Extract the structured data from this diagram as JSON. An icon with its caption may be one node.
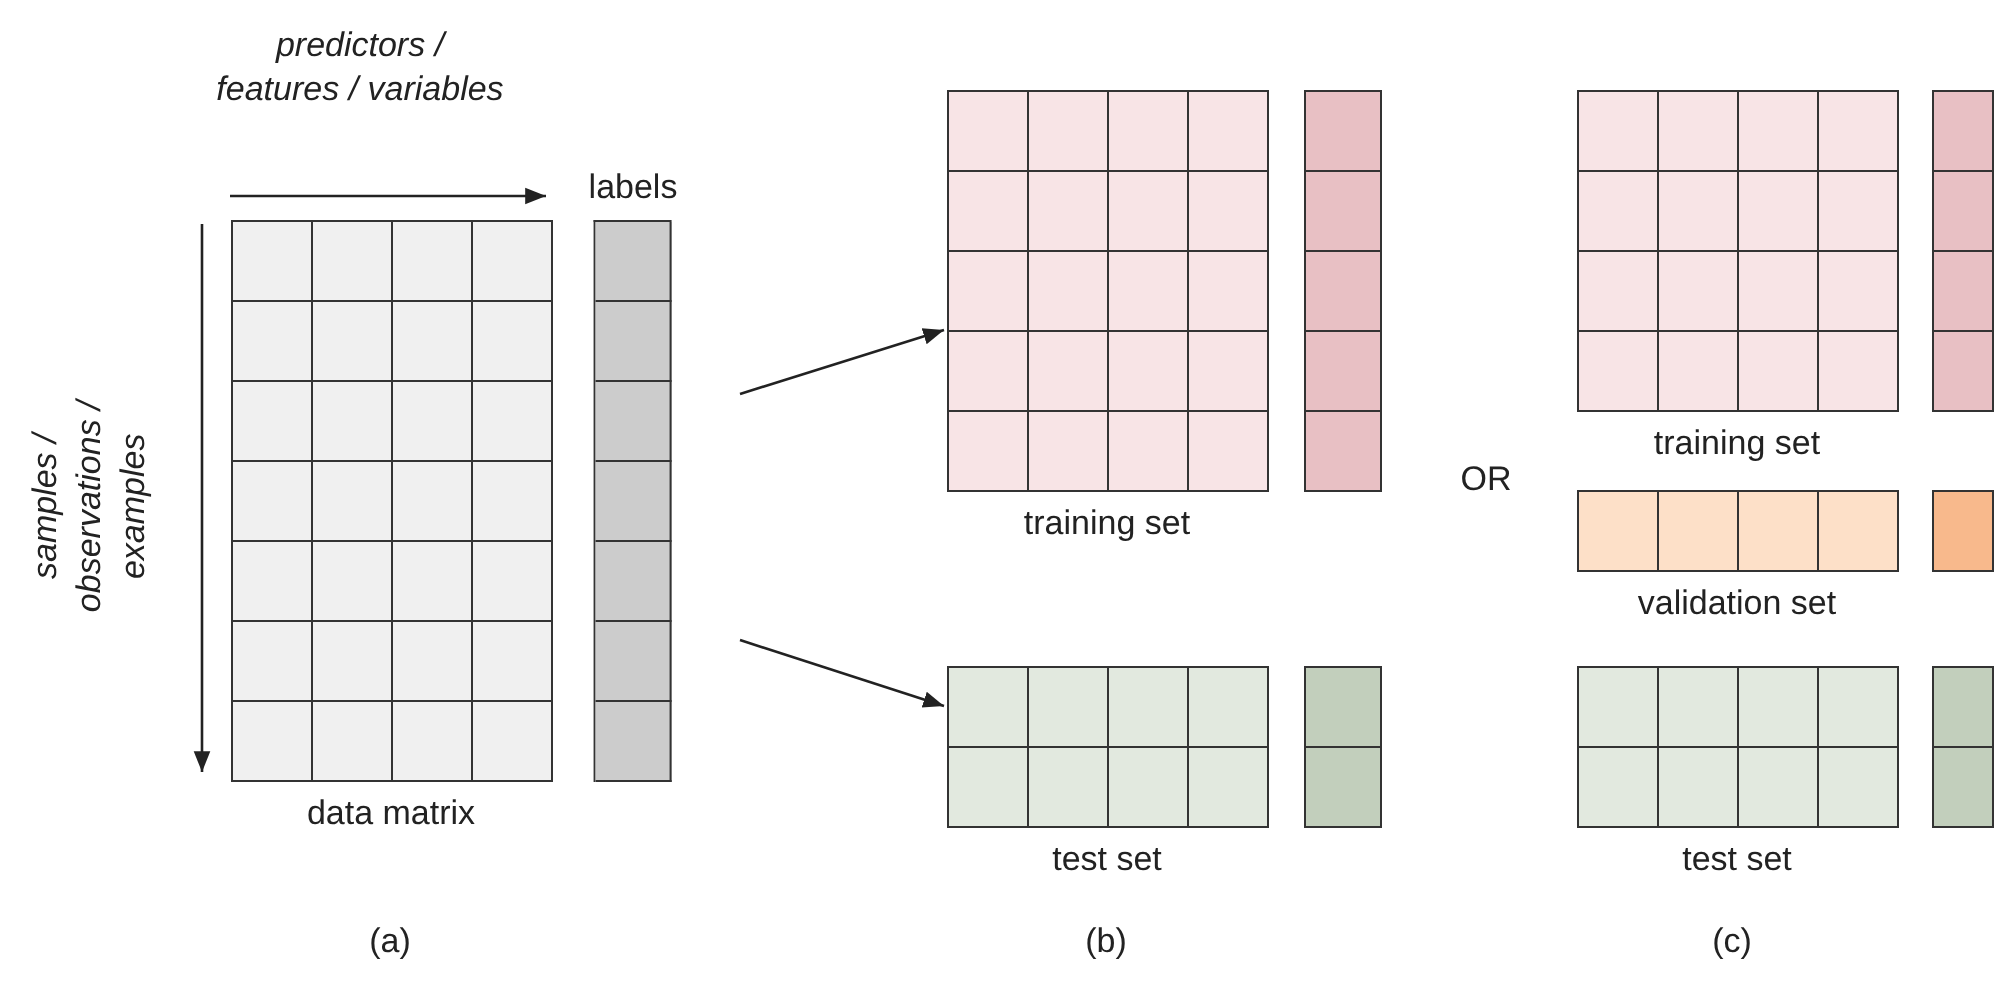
{
  "diagram": {
    "nodes": [
      {
        "text": [
          "data matrix"
        ]
      },
      {
        "text": [
          "labels"
        ]
      },
      {
        "text": [
          "training set"
        ]
      },
      {
        "text": [],
        "shape": "bar"
      },
      {
        "text": [
          "test set"
        ]
      },
      {
        "text": [],
        "shape": "bar"
      },
      {
        "text": [
          "training set"
        ]
      },
      {
        "text": [],
        "shape": "bar"
      },
      {
        "text": [
          "validation set"
        ]
      },
      {
        "text": [],
        "shape": "bar"
      },
      {
        "text": [
          "test set"
        ]
      },
      {
        "text": [],
        "shape": "bar"
      }
    ],
    "edges": [
      {
        "from": null,
        "to": 2,
        "arrow": "to"
      },
      {
        "from": null,
        "to": 4,
        "arrow": "to"
      }
    ],
    "labels": [
      "predictors / features / variables",
      "samples / observations / examples",
      "OR",
      "(a)",
      "(b)",
      "(c)"
    ]
  }
}
